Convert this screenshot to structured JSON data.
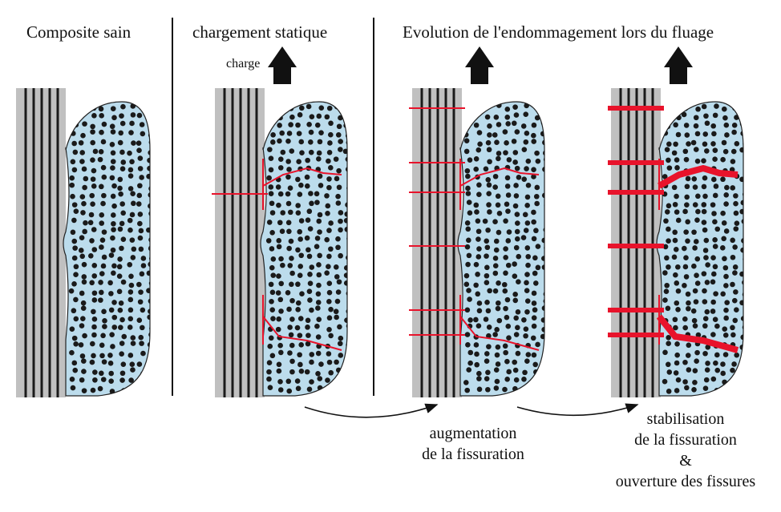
{
  "headers": {
    "healthy": "Composite sain",
    "static_loading": "chargement statique",
    "creep_evolution": "Evolution de l'endommagement lors du fluage"
  },
  "charge_label": "charge",
  "captions": {
    "increase": [
      "augmentation",
      "de la fissuration"
    ],
    "stabilisation": [
      "stabilisation",
      "de la fissuration",
      "&",
      "ouverture des fissures"
    ]
  },
  "colors": {
    "fiber_bundle": "#c0c0c0",
    "fiber_line": "#1a1a1a",
    "matrix_fill": "#bcdcec",
    "particle": "#1a1a1a",
    "crack": "#e8132b",
    "separator": "#111111"
  }
}
